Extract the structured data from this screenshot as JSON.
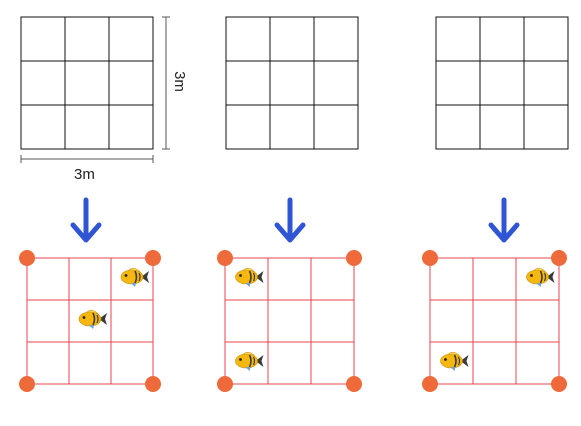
{
  "dimensions": {
    "width_label": "3m",
    "height_label": "3m"
  },
  "top_grids": [
    {
      "rows": 3,
      "cols": 3,
      "annotated": true
    },
    {
      "rows": 3,
      "cols": 3,
      "annotated": false
    },
    {
      "rows": 3,
      "cols": 3,
      "annotated": false
    }
  ],
  "bottom_grids": [
    {
      "rows": 3,
      "cols": 3,
      "fish_cells": [
        [
          0,
          2
        ],
        [
          1,
          1
        ]
      ]
    },
    {
      "rows": 3,
      "cols": 3,
      "fish_cells": [
        [
          0,
          0
        ],
        [
          2,
          0
        ]
      ]
    },
    {
      "rows": 3,
      "cols": 3,
      "fish_cells": [
        [
          0,
          2
        ],
        [
          2,
          0
        ]
      ]
    }
  ],
  "colors": {
    "top_grid_line": "#111111",
    "bottom_grid_line": "#e8454f",
    "corner_dot": "#ee6a3a",
    "arrow": "#2f55d4",
    "dimension_line": "#555555",
    "fish_body": "#f6b80f",
    "fish_stripe": "#3a3a3a",
    "fish_fin": "#fde06a"
  },
  "icons": {
    "arrow": "down-arrow-icon",
    "fish": "fish-icon",
    "corner": "corner-dot-icon"
  }
}
